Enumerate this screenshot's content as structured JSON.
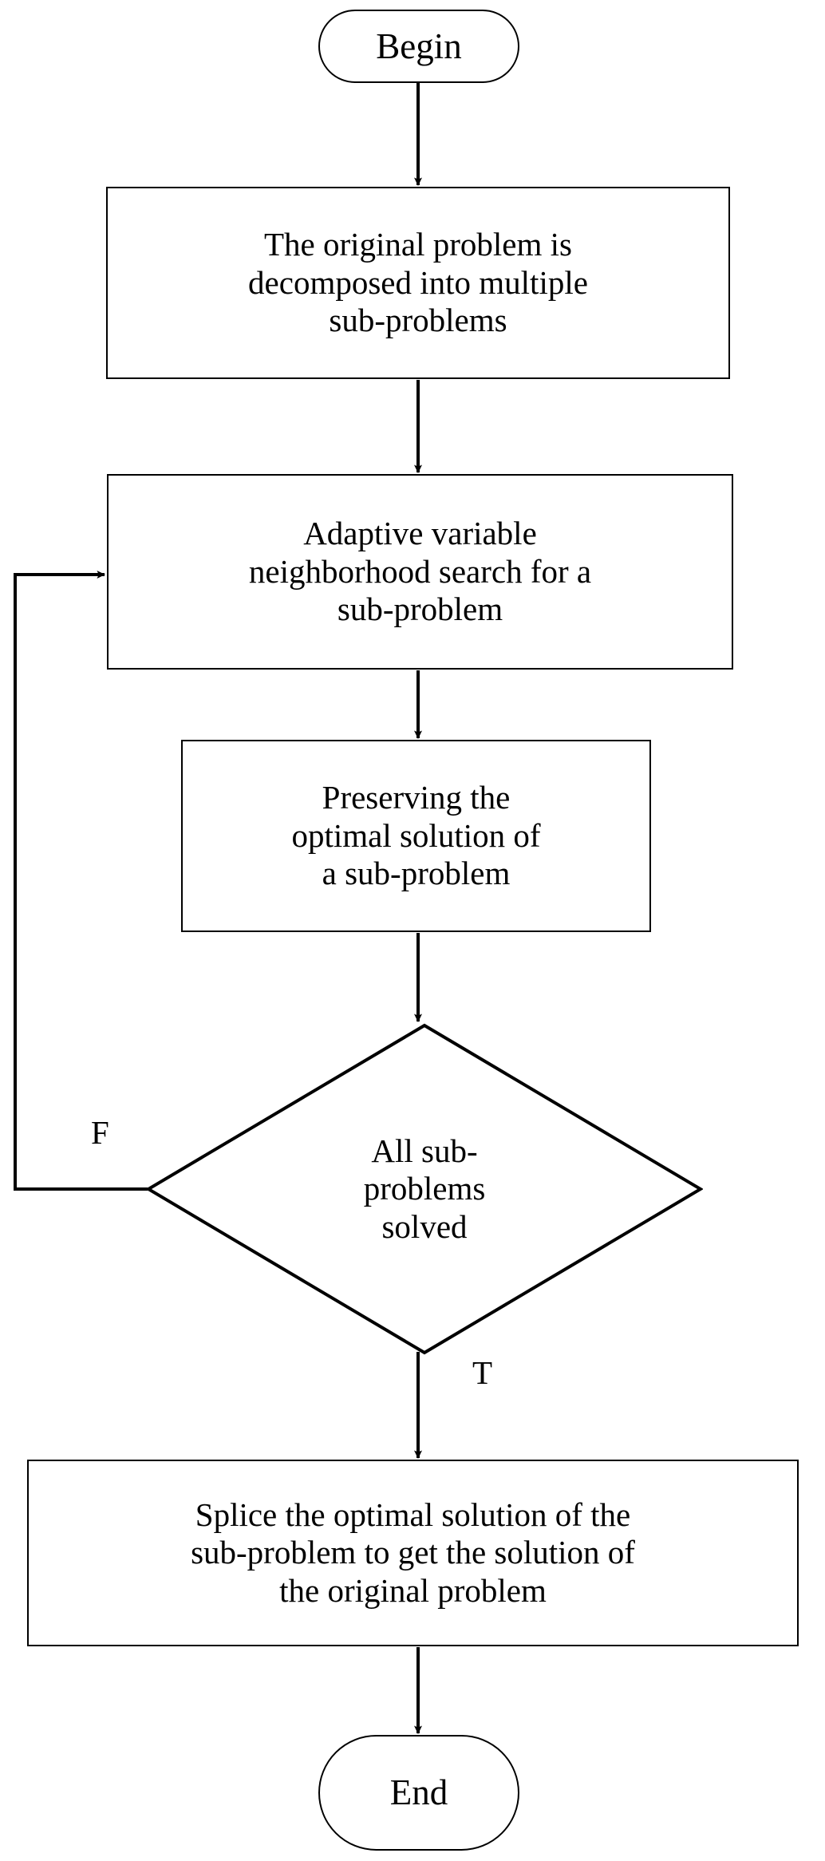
{
  "diagram": {
    "type": "flowchart",
    "orientation": "top-to-bottom",
    "background_color": "#ffffff",
    "line_color": "#000000",
    "text_color": "#000000",
    "nodes": {
      "begin": {
        "shape": "terminator",
        "label": "Begin"
      },
      "decompose": {
        "shape": "process",
        "label": "The original problem is\ndecomposed into multiple\nsub-problems"
      },
      "avns": {
        "shape": "process",
        "label": "Adaptive variable\nneighborhood search for a\nsub-problem"
      },
      "preserve": {
        "shape": "process",
        "label": "Preserving the\noptimal solution of\na sub-problem"
      },
      "decision": {
        "shape": "decision",
        "label": "All sub-\nproblems\nsolved"
      },
      "splice": {
        "shape": "process",
        "label": "Splice the optimal solution of the\nsub-problem to get the solution of\nthe original problem"
      },
      "end": {
        "shape": "terminator",
        "label": "End"
      }
    },
    "branch_labels": {
      "false": "F",
      "true": "T"
    },
    "edges": [
      {
        "from": "begin",
        "to": "decompose",
        "label": ""
      },
      {
        "from": "decompose",
        "to": "avns",
        "label": ""
      },
      {
        "from": "avns",
        "to": "preserve",
        "label": ""
      },
      {
        "from": "preserve",
        "to": "decision",
        "label": ""
      },
      {
        "from": "decision",
        "to": "avns",
        "label": "F"
      },
      {
        "from": "decision",
        "to": "splice",
        "label": "T"
      },
      {
        "from": "splice",
        "to": "end",
        "label": ""
      }
    ]
  }
}
